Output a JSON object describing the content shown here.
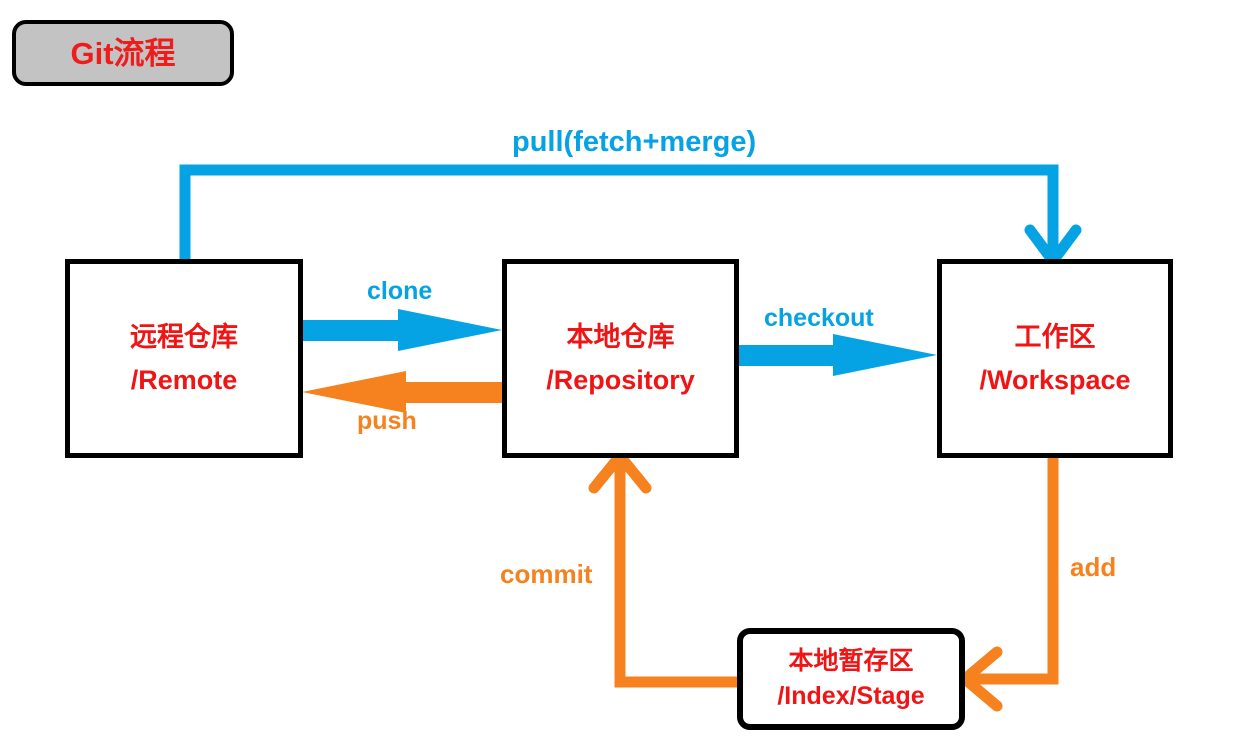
{
  "diagram": {
    "title": "Git流程",
    "colors": {
      "blue": "#05a3e4",
      "orange": "#f5821f",
      "red_text": "#f01414",
      "badge_fill": "#c3c3c3",
      "border": "#000000",
      "background": "#ffffff"
    },
    "nodes": [
      {
        "id": "remote",
        "line1": "远程仓库",
        "line2": "/Remote",
        "shape": "rectangle"
      },
      {
        "id": "repository",
        "line1": "本地仓库",
        "line2": "/Repository",
        "shape": "rectangle"
      },
      {
        "id": "workspace",
        "line1": "工作区",
        "line2": "/Workspace",
        "shape": "rectangle"
      },
      {
        "id": "index",
        "line1": "本地暂存区",
        "line2": "/Index/Stage",
        "shape": "rounded-rectangle"
      }
    ],
    "edges": [
      {
        "id": "pull",
        "label": "pull(fetch+merge)",
        "from": "remote",
        "to": "workspace",
        "color": "#05a3e4",
        "style": "thin-elbow-arrow"
      },
      {
        "id": "clone",
        "label": "clone",
        "from": "remote",
        "to": "repository",
        "color": "#05a3e4",
        "style": "thick-tapered-arrow"
      },
      {
        "id": "push",
        "label": "push",
        "from": "repository",
        "to": "remote",
        "color": "#f5821f",
        "style": "thick-tapered-arrow"
      },
      {
        "id": "checkout",
        "label": "checkout",
        "from": "repository",
        "to": "workspace",
        "color": "#05a3e4",
        "style": "thick-tapered-arrow"
      },
      {
        "id": "add",
        "label": "add",
        "from": "workspace",
        "to": "index",
        "color": "#f5821f",
        "style": "thin-elbow-arrow"
      },
      {
        "id": "commit",
        "label": "commit",
        "from": "index",
        "to": "repository",
        "color": "#f5821f",
        "style": "thin-elbow-arrow"
      }
    ]
  }
}
